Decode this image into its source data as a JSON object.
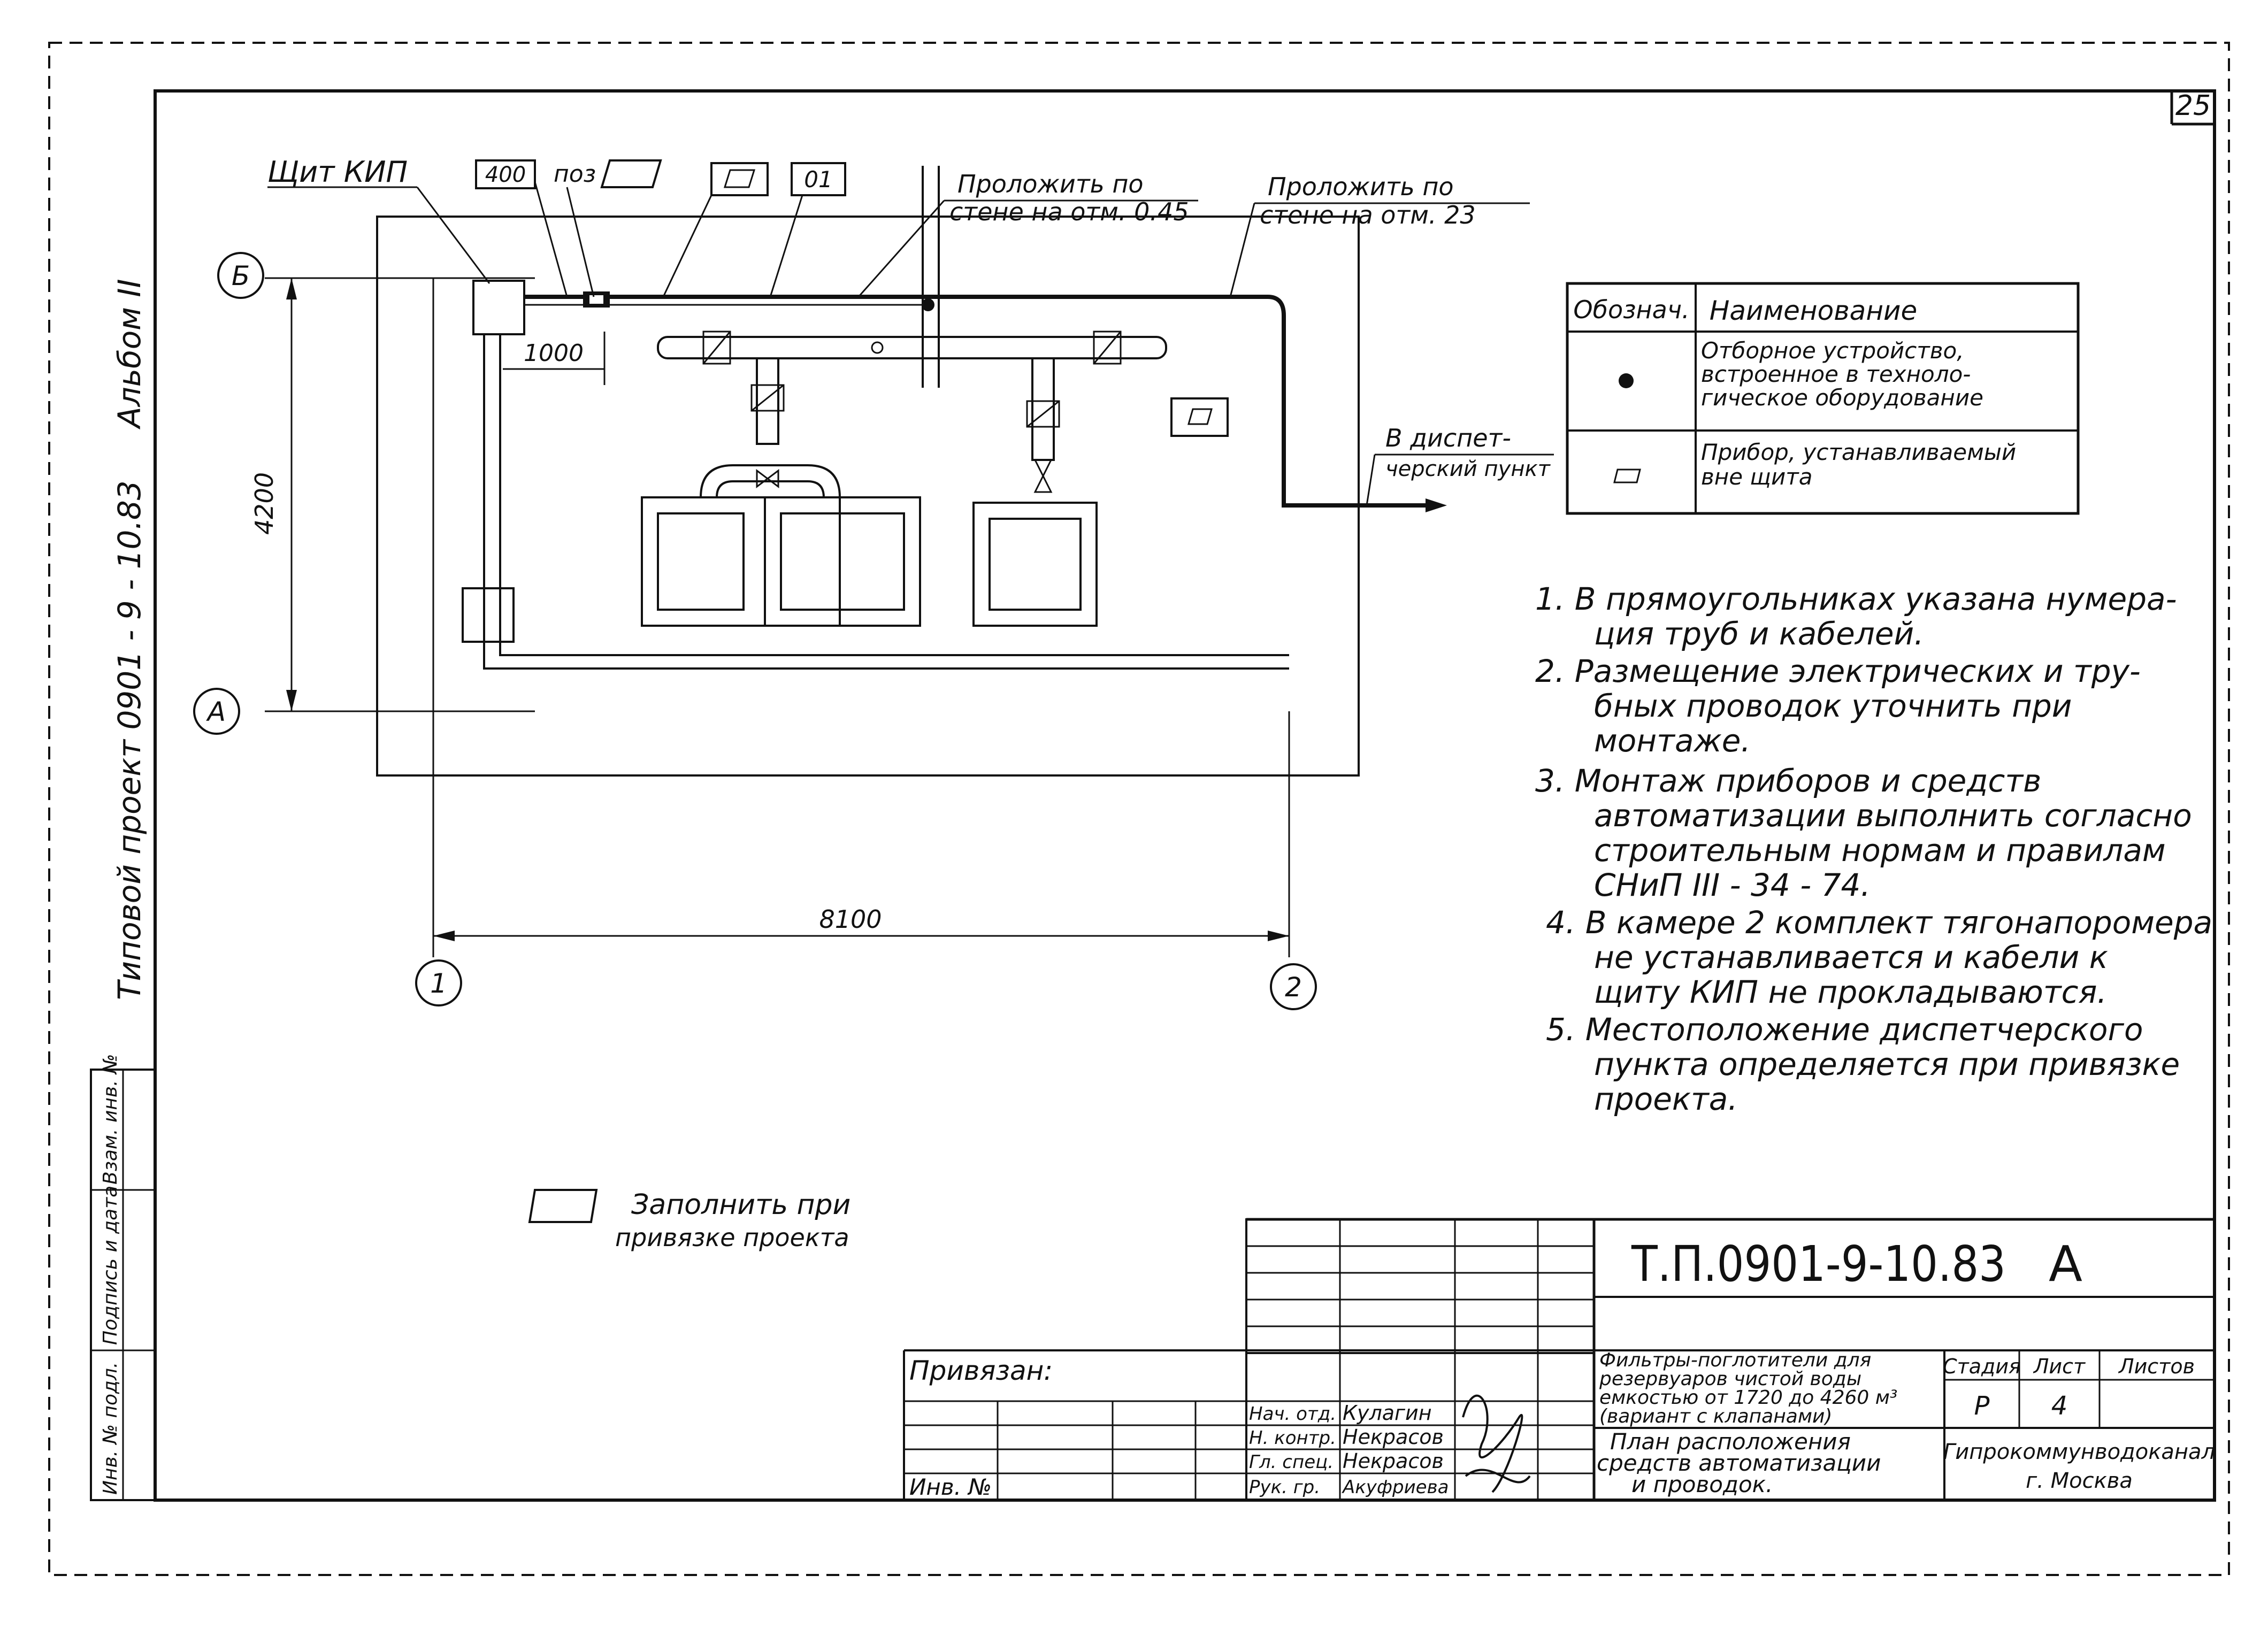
{
  "sheet": {
    "sheet_number": "25",
    "album": "Альбом II",
    "project_side": "Типовой проект 0901 - 9 - 10.83"
  },
  "side_stamps": {
    "inv_no_orig": "Инв. № подл.",
    "sign_date": "Подпись и дата",
    "inv_no_repl": "Взам. инв. №"
  },
  "plan": {
    "kip_panel_label": "Щит КИП",
    "tag_400": "400",
    "tag_poz": "поз",
    "tag_01": "01",
    "route_note_1": [
      "Проложить по",
      "стене на отм. 0.45"
    ],
    "route_note_2": [
      "Проложить по",
      "стене на отм. 23"
    ],
    "dispatch_note": [
      "В диспет-",
      "черский пункт"
    ],
    "axis_b": "Б",
    "axis_a": "А",
    "axis_1": "1",
    "axis_2": "2",
    "dim_1000": "1000",
    "dim_4200": "4200",
    "dim_8100": "8100"
  },
  "legend": {
    "col_designation": "Обознач.",
    "col_name": "Наименование",
    "row1_lines": [
      "Отборное устройство,",
      "встроенное в техноло-",
      "гическое оборудование"
    ],
    "row2_lines": [
      "Прибор, устанавливаемый",
      "вне щита"
    ]
  },
  "notes": [
    "1. В прямоугольниках указана нумера-",
    "ция труб и кабелей.",
    "2. Размещение электрических и тру-",
    "бных проводок уточнить при",
    "монтаже.",
    "3. Монтаж приборов и средств",
    "автоматизации выполнить согласно",
    "строительным нормам и правилам",
    "СНиП III - 34 - 74.",
    "4. В камере 2 комплект тягонапоромера",
    "не устанавливается и кабели к",
    "щиту КИП не прокладываются.",
    "5. Местоположение диспетчерского",
    "пункта определяется при привязке",
    "проекта."
  ],
  "fill_note": [
    "Заполнить при",
    "привязке проекта"
  ],
  "title_block": {
    "doc_code": "Т.П.0901-9-10.83",
    "doc_suffix": "А",
    "privyazan": "Привязан:",
    "inv_no": "Инв. №",
    "roles": [
      "Нач. отд.",
      "Н. контр.",
      "Гл. спец.",
      "Рук. гр."
    ],
    "names": [
      "Кулагин",
      "Некрасов",
      "Некрасов",
      "Акуфриева"
    ],
    "object_title": [
      "Фильтры-поглотители для",
      "резервуаров чистой воды",
      "емкостью от 1720 до 4260 м³",
      "(вариант с клапанами)"
    ],
    "sheet_title": [
      "План расположения",
      "средств автоматизации",
      "и проводок."
    ],
    "stage_label": "Стадия",
    "list_label": "Лист",
    "lists_label": "Листов",
    "stage_value": "Р",
    "list_value": "4",
    "org": [
      "Гипрокоммунводоканал",
      "г. Москва"
    ]
  }
}
